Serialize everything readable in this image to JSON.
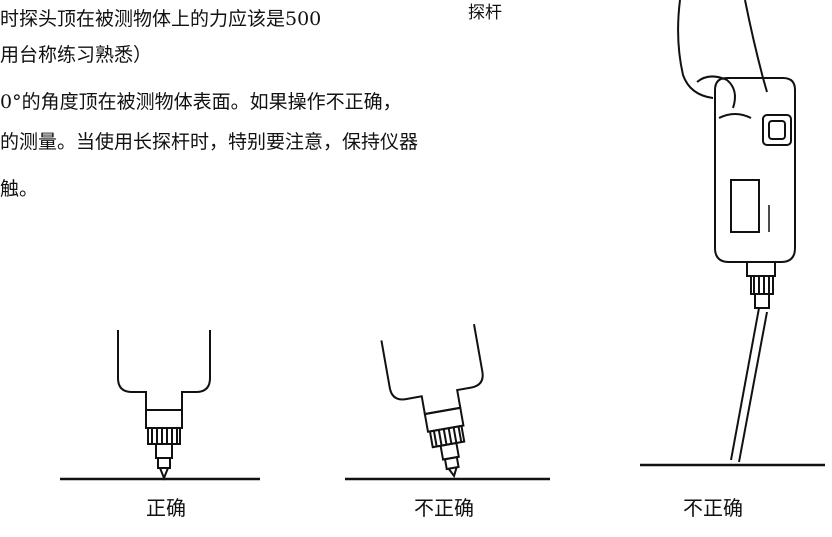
{
  "text": {
    "top_label": "探杆",
    "lines": [
      "时探头顶在被测物体上的力应该是500",
      "用台称练习熟悉）",
      "0°的角度顶在被测物体表面。如果操作不正确，",
      "的测量。当使用长探杆时，特别要注意，保持仪器",
      "触。"
    ]
  },
  "captions": [
    "正确",
    "不正确",
    "不正确"
  ]
}
